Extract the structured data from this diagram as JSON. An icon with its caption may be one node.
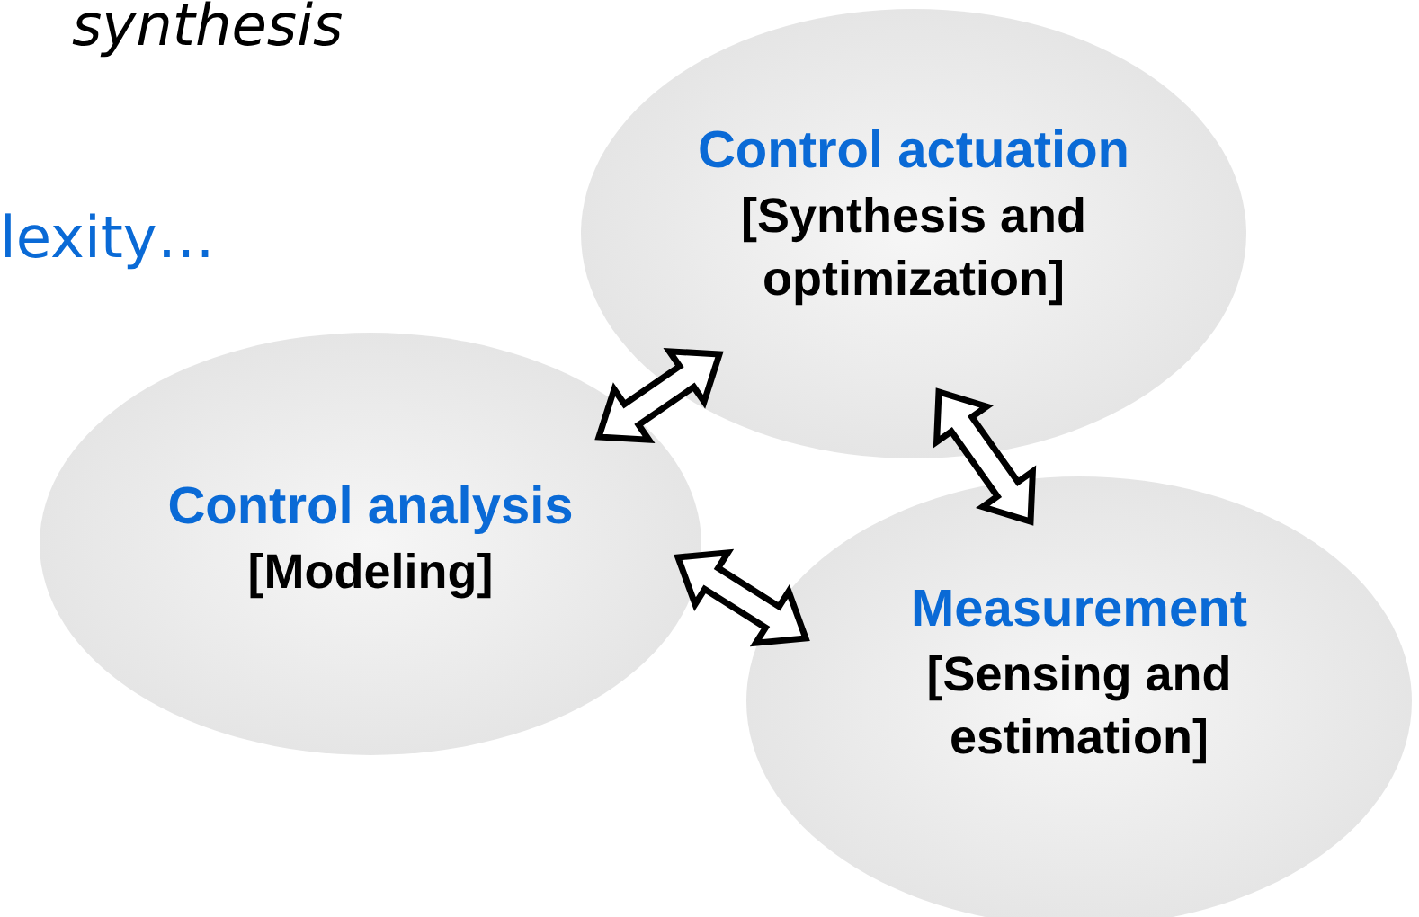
{
  "diagram": {
    "nodes": [
      {
        "text": [
          "Control actuation",
          "[Synthesis and optimization]"
        ]
      },
      {
        "text": [
          "Control analysis",
          "[Modeling]"
        ]
      },
      {
        "text": [
          "Measurement",
          "[Sensing and estimation]"
        ]
      }
    ],
    "edges": [
      {
        "from": 1,
        "to": 0,
        "arrow": "both"
      },
      {
        "from": 0,
        "to": 2,
        "arrow": "both"
      },
      {
        "from": 1,
        "to": 2,
        "arrow": "both"
      }
    ],
    "labels": [
      "synthesis",
      "lexity…"
    ]
  }
}
